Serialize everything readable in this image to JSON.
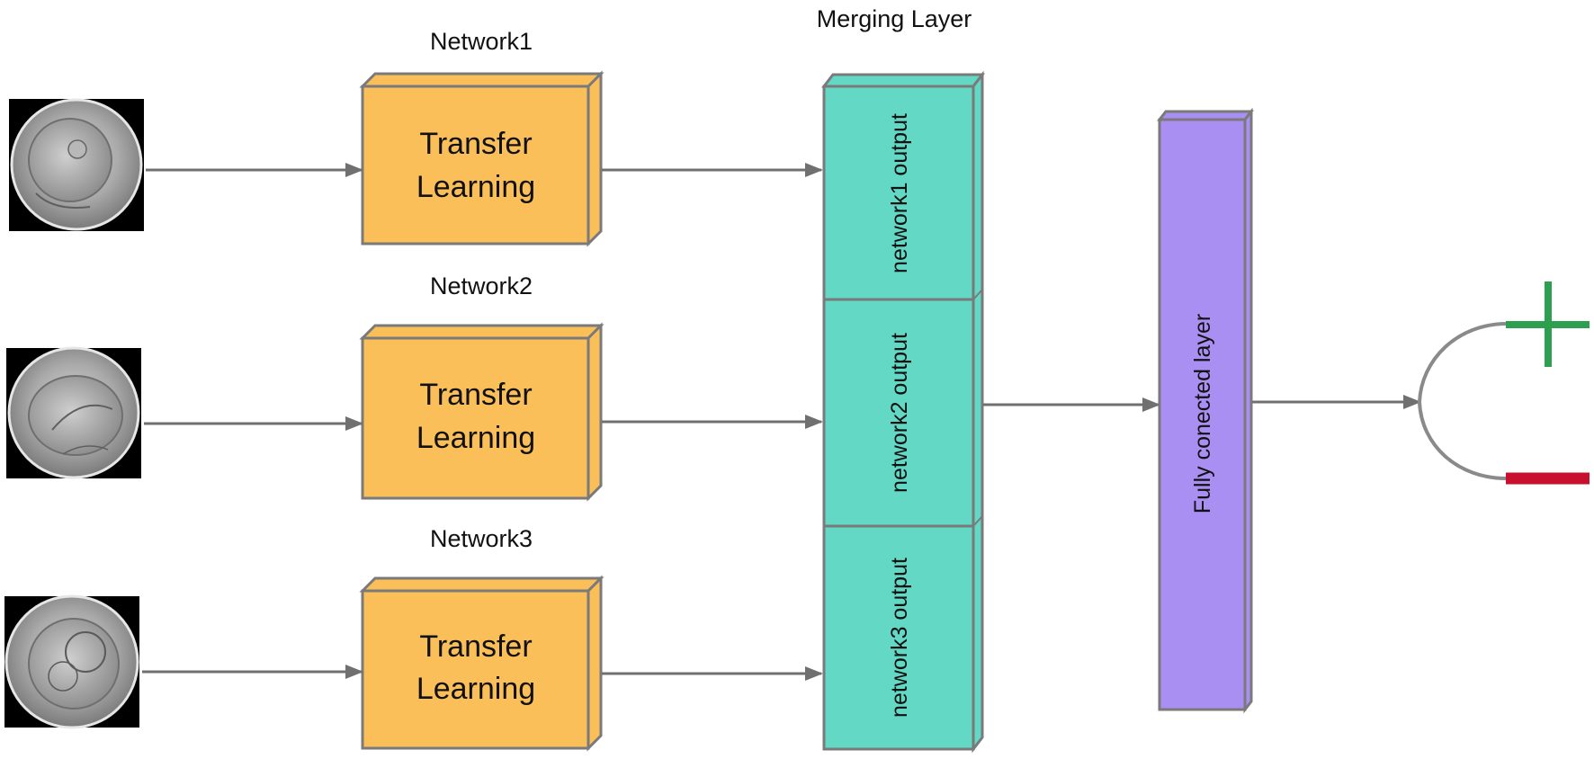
{
  "diagram": {
    "merging_layer": {
      "title": "Merging Layer",
      "outputs": [
        "network1 output",
        "network2 output",
        "network3 output"
      ]
    },
    "networks": [
      {
        "title": "Network1",
        "label_line1": "Transfer",
        "label_line2": "Learning"
      },
      {
        "title": "Network2",
        "label_line1": "Transfer",
        "label_line2": "Learning"
      },
      {
        "title": "Network3",
        "label_line1": "Transfer",
        "label_line2": "Learning"
      }
    ],
    "fc_layer": {
      "label": "Fully conected layer"
    },
    "output_classes": [
      {
        "symbol": "plus",
        "color": "#2e9e4f"
      },
      {
        "symbol": "minus",
        "color": "#c8102e"
      }
    ],
    "colors": {
      "transfer_box": "#fbbf5a",
      "merging_layer": "#63d8c5",
      "fc_layer": "#a98ff2",
      "stroke": "#7a7a7a",
      "arrow": "#707070"
    },
    "icons": [
      "embryo-image",
      "embryo-image",
      "embryo-image"
    ]
  }
}
